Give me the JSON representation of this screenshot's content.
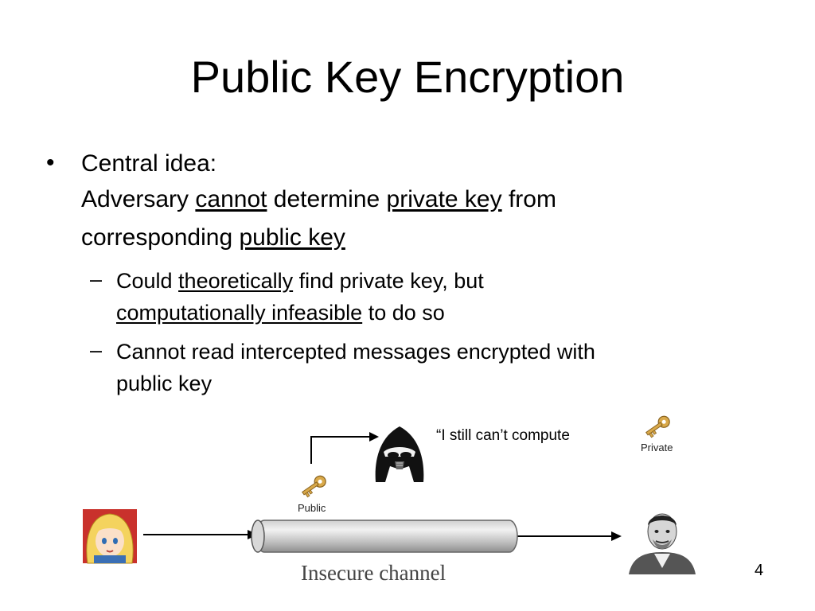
{
  "slide": {
    "title": "Public Key Encryption",
    "bullet_marker": "•",
    "dash_marker": "–",
    "central_idea": {
      "label": "Central idea:",
      "line1": {
        "t1": "Adversary ",
        "u1": "cannot",
        "t2": " determine ",
        "u2": "private key",
        "t3": " from"
      },
      "line2": {
        "t1": "corresponding ",
        "u1": "public key"
      }
    },
    "sub_bullets": [
      {
        "line1": {
          "t1": "Could ",
          "u1": "theoretically",
          "t2": " find private key, but"
        },
        "line2": {
          "u1": "computationally infeasible",
          "t1": " to do so"
        }
      },
      {
        "line1": "Cannot read intercepted messages encrypted with",
        "line2": "public key"
      }
    ],
    "page_number": "4"
  },
  "diagram": {
    "quote": "“I still can’t compute",
    "public_key_label": "Public",
    "private_key_label": "Private",
    "channel_label": "Insecure channel",
    "colors": {
      "key_gold": "#d9a94a",
      "pipe_light": "#e8e8e8",
      "pipe_dark": "#9a9a9a",
      "alice_bg": "#c9312c",
      "alice_hair": "#f4d35e"
    }
  }
}
